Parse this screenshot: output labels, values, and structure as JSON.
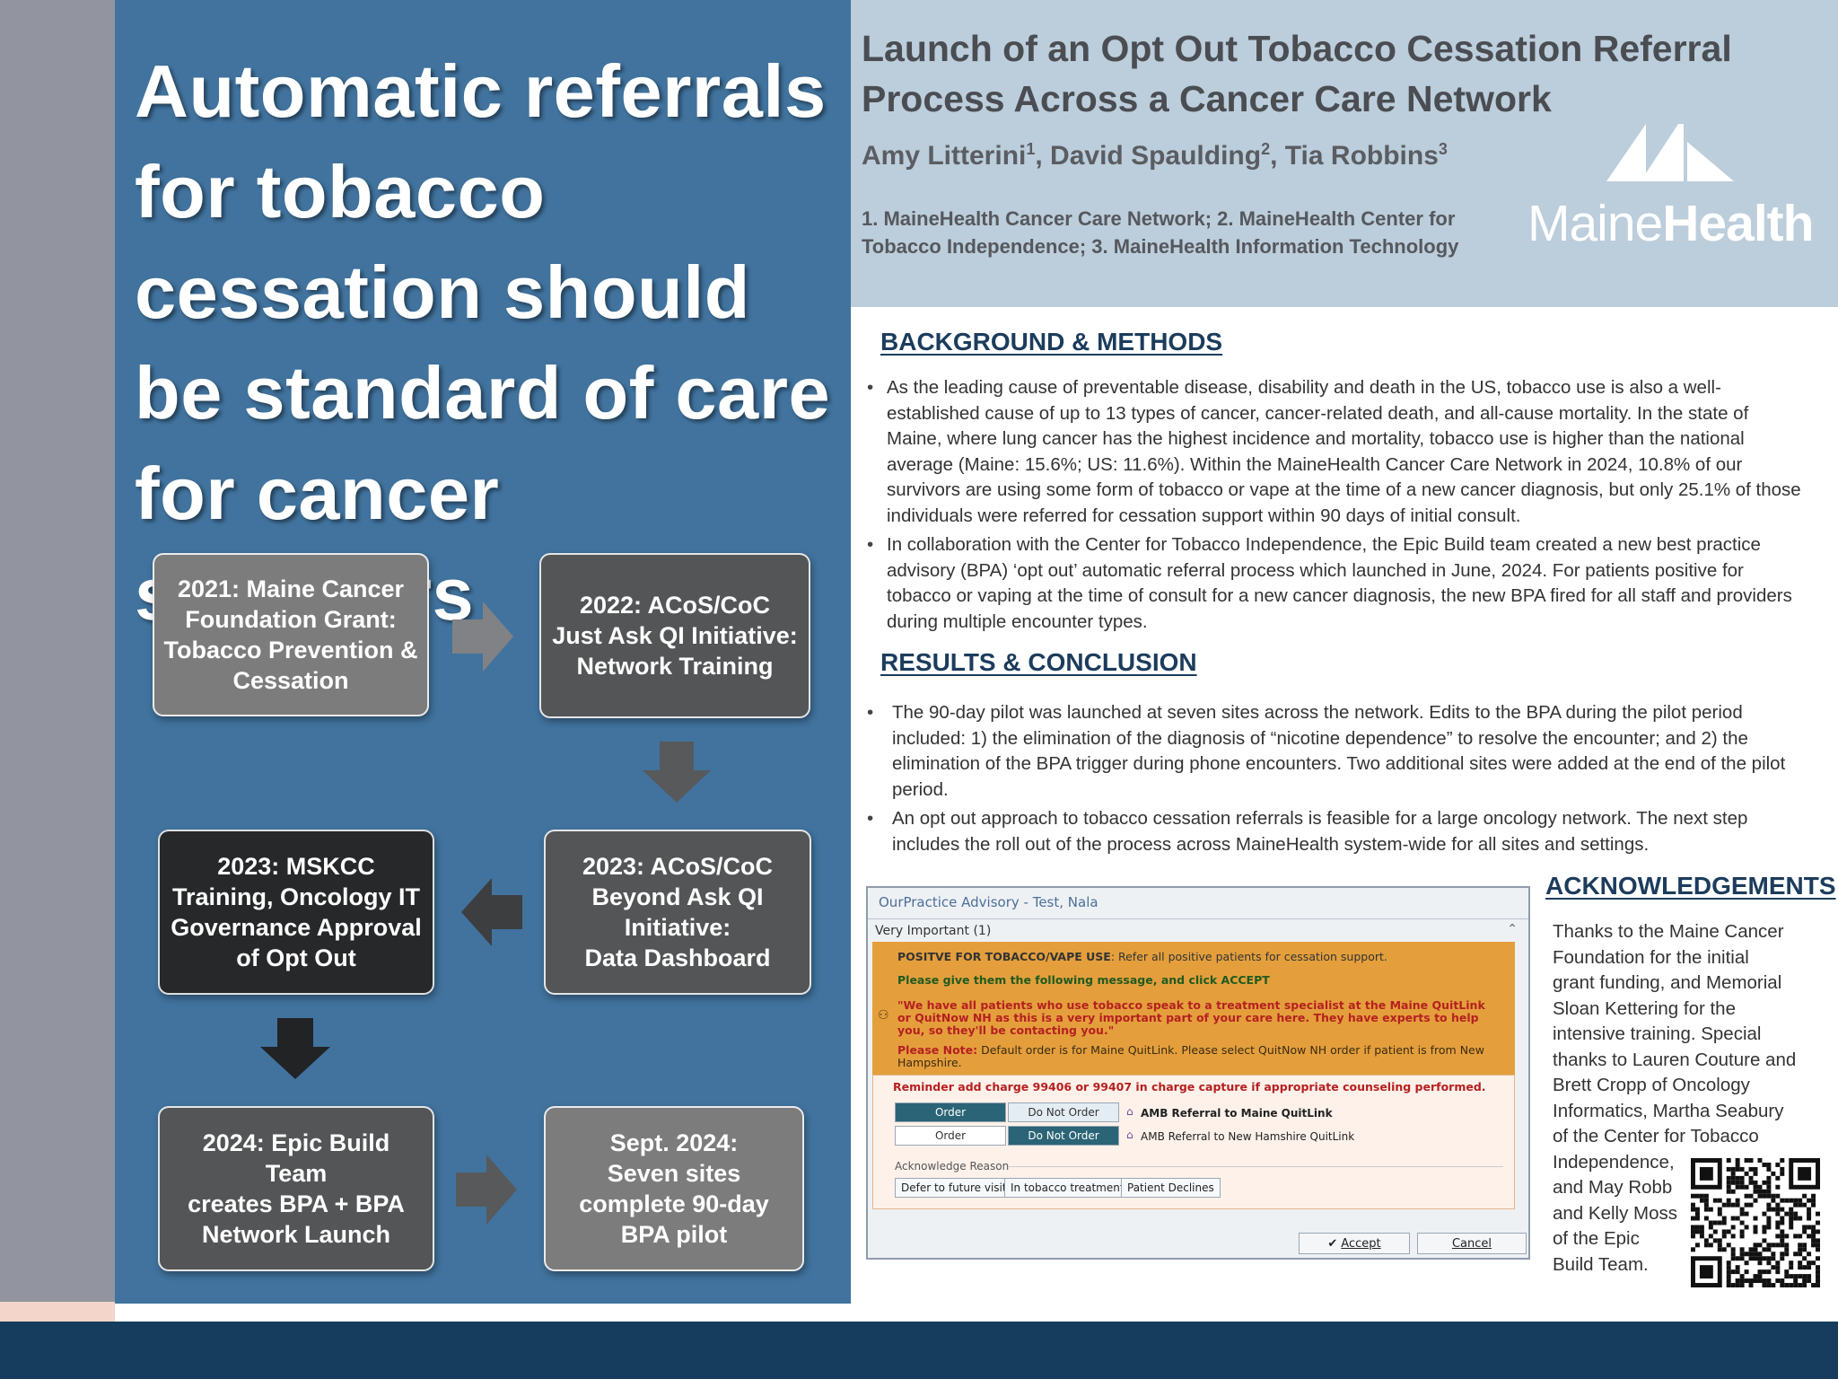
{
  "headline": "Automatic referrals for tobacco cessation should be standard of care for cancer survivors",
  "timeline": [
    {
      "label": "2021: Maine Cancer\nFoundation Grant:\nTobacco Prevention &\nCessation"
    },
    {
      "label": "2022: ACoS/CoC\nJust Ask QI Initiative:\nNetwork Training"
    },
    {
      "label": "2023: ACoS/CoC\nBeyond Ask QI\nInitiative:\nData Dashboard"
    },
    {
      "label": "2023: MSKCC\nTraining, Oncology IT\nGovernance Approval\nof Opt Out"
    },
    {
      "label": "2024: Epic Build Team\ncreates BPA + BPA\nNetwork Launch"
    },
    {
      "label": "Sept. 2024:\nSeven sites\ncomplete 90-day\nBPA pilot"
    }
  ],
  "header": {
    "title": "Launch of an Opt Out Tobacco Cessation Referral Process Across a Cancer Care Network",
    "authors": [
      {
        "name": "Amy Litterini",
        "sup": "1"
      },
      {
        "name": "David Spaulding",
        "sup": "2"
      },
      {
        "name": "Tia Robbins",
        "sup": "3"
      }
    ],
    "affiliations": "1. MaineHealth Cancer Care Network; 2. MaineHealth Center for Tobacco Independence; 3. MaineHealth Information Technology",
    "logo": {
      "word_light": "Maine",
      "word_bold": "Health",
      "icon": "mountains-logo-icon"
    }
  },
  "background": {
    "heading": "BACKGROUND & METHODS",
    "bullets": [
      "As the leading cause of preventable disease, disability and death in the US, tobacco use is also a well-established cause of up to 13 types of cancer, cancer-related death, and all-cause mortality. In the state of Maine, where lung cancer has the highest incidence and mortality, tobacco use is higher than the national average (Maine: 15.6%; US: 11.6%). Within the MaineHealth Cancer Care Network in 2024, 10.8% of our survivors are using some form of tobacco or vape at the time of a new cancer diagnosis, but only 25.1% of those individuals were referred for cessation support within 90 days of initial consult.",
      "In collaboration with the Center for Tobacco Independence, the Epic Build team created a new best practice advisory (BPA) ‘opt out’ automatic referral process which launched in June, 2024. For patients positive for tobacco or vaping at the time of consult for a new cancer diagnosis, the new BPA fired for all staff and providers during multiple encounter types."
    ]
  },
  "results": {
    "heading": "RESULTS & CONCLUSION",
    "bullets": [
      "The 90-day pilot was launched at seven sites across the network. Edits to the BPA during the pilot period included: 1) the elimination of the diagnosis of “nicotine dependence” to resolve the encounter; and 2) the elimination of the BPA trigger during phone encounters. Two additional sites were added at the end of the pilot period.",
      "An opt out approach to tobacco cessation referrals is feasible for a large oncology network. The next step includes the roll out of the process across MaineHealth system-wide for all sites and settings."
    ]
  },
  "advisory": {
    "title": "OurPractice Advisory - Test, Nala",
    "section": "Very Important (1)",
    "positive_bold": "POSITVE FOR TOBACCO/VAPE USE",
    "positive_rest": ": Refer all positive patients for cessation support.",
    "instruction": "Please give them the following message, and click ACCEPT",
    "quote": "\"We have all patients who use tobacco speak to a treatment specialist at the Maine QuitLink or QuitNow NH as this is a very important part of your care here. They have experts to help you, so they'll be contacting you.\"",
    "note_bold": "Please Note:",
    "note_rest": " Default order is for Maine QuitLink. Please select QuitNow NH order if patient is from New Hampshire.",
    "reminder": "Reminder add charge 99406 or 99407 in charge capture if appropriate counseling performed.",
    "orders": [
      {
        "order": "Order",
        "do_not": "Do Not Order",
        "label": "AMB Referral to Maine QuitLink"
      },
      {
        "order": "Order",
        "do_not": "Do Not Order",
        "label": "AMB Referral to New Hamshire QuitLink"
      }
    ],
    "ack_reason": "Acknowledge Reason",
    "reasons": [
      "Defer to future visit",
      "In tobacco treatment",
      "Patient Declines"
    ],
    "accept": "Accept",
    "cancel": "Cancel"
  },
  "acknowledgements": {
    "heading": "ACKNOWLEDGEMENTS",
    "text": "Thanks to the Maine Cancer\nFoundation for the initial\ngrant funding, and Memorial\nSloan Kettering for the\nintensive training. Special\nthanks to Lauren Couture and\nBrett Cropp of Oncology\nInformatics, Martha Seabury\nof the Center for Tobacco\nIndependence,\nand May Robb\nand Kelly Moss\nof the Epic\nBuild Team."
  },
  "colors": {
    "left_blue": "#41739e",
    "header_band": "#bccddb",
    "footer": "#163d5e",
    "section_heading": "#1c3c5c"
  }
}
